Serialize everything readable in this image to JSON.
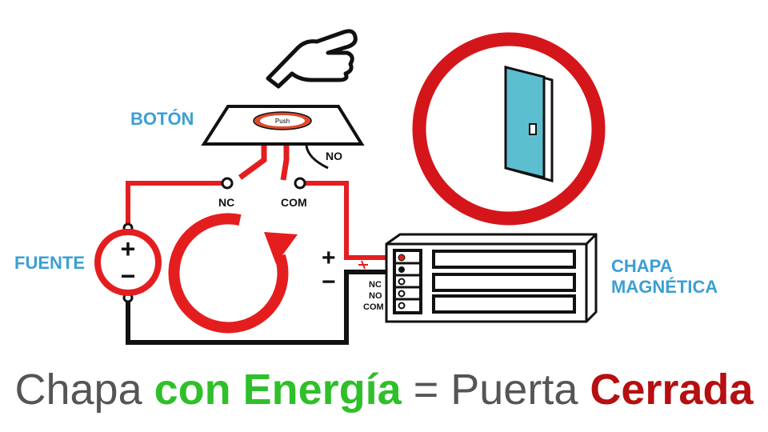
{
  "labels": {
    "button": "BOTÓN",
    "button_face": "Push",
    "source": "FUENTE",
    "lock_line1": "CHAPA",
    "lock_line2": "MAGNÉTICA",
    "nc": "NC",
    "com": "COM",
    "no": "NO",
    "plus": "+",
    "minus": "−",
    "lock_nc": "NC",
    "lock_no": "NO",
    "lock_com": "COM"
  },
  "caption": {
    "part1": "Chapa ",
    "part2": "con Energía",
    "part3": " = Puerta ",
    "part4": "Cerrada"
  },
  "colors": {
    "wire_red": "#e41e1e",
    "label_blue": "#3b9fd4",
    "green": "#2fbf2a",
    "dark_red": "#b50f12",
    "door": "#5bbfd0"
  }
}
